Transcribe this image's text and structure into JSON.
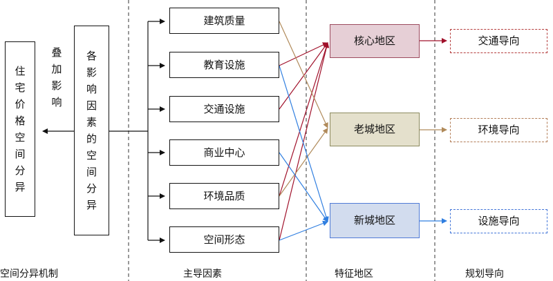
{
  "col1_box": "住宅价格空间分异",
  "overlay_label": "叠加影响",
  "col2_box": "各影响因素的空间分异",
  "factors": [
    "建筑质量",
    "教育设施",
    "交通设施",
    "商业中心",
    "环境品质",
    "空间形态"
  ],
  "regions": [
    {
      "label": "核心地区",
      "fill": "#e6cfd6",
      "stroke": "#9c4a5e"
    },
    {
      "label": "老城地区",
      "fill": "#e4e0cc",
      "stroke": "#8c8a5e"
    },
    {
      "label": "新城地区",
      "fill": "#d2dcee",
      "stroke": "#4f7ad6"
    }
  ],
  "guides": [
    {
      "label": "交通导向",
      "color": "#b33a3a"
    },
    {
      "label": "环境导向",
      "color": "#b27c55"
    },
    {
      "label": "设施导向",
      "color": "#3f73d8"
    }
  ],
  "bottom_labels": [
    "空间分异机制",
    "主导因素",
    "特征地区",
    "规划导向"
  ],
  "colors": {
    "dark_red": "#a0102a",
    "tan": "#b08a5a",
    "blue": "#2f7ee0"
  }
}
